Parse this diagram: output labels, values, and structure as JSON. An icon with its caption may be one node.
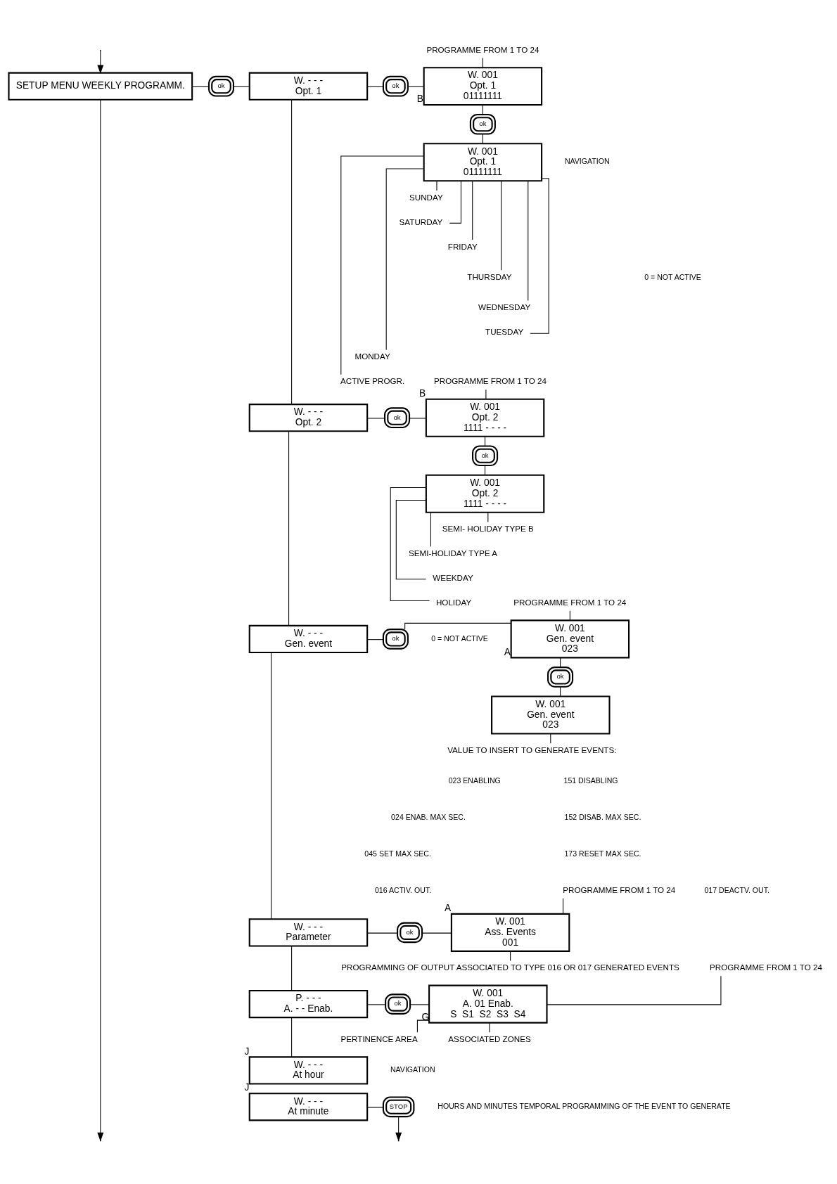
{
  "diagram": {
    "nodes": [
      {
        "text": [
          "SETUP MENU WEEKLY PROGRAMM."
        ]
      },
      {
        "text": [
          "ok"
        ]
      },
      {
        "text": [
          "W. - - -",
          "Opt. 1"
        ]
      },
      {
        "text": [
          "ok"
        ]
      },
      {
        "text": [
          "W. 001",
          "Opt. 1",
          "01111111"
        ],
        "beside": [
          "B"
        ]
      },
      {
        "text": [
          "ok"
        ]
      },
      {
        "text": [
          "W. 001",
          "Opt. 1",
          "01111111"
        ]
      },
      {
        "text": [
          "W. - - -",
          "Opt. 2"
        ]
      },
      {
        "text": [
          "ok"
        ]
      },
      {
        "text": [
          "W. 001",
          "Opt. 2",
          "1111 - - - -"
        ],
        "beside": [
          "B"
        ]
      },
      {
        "text": [
          "ok"
        ]
      },
      {
        "text": [
          "W. 001",
          "Opt. 2",
          "1111 - - - -"
        ]
      },
      {
        "text": [
          "W. - - -",
          "Gen. event"
        ]
      },
      {
        "text": [
          "ok"
        ]
      },
      {
        "text": [
          "W. 001",
          "Gen. event",
          "023"
        ],
        "beside": [
          "A"
        ]
      },
      {
        "text": [
          "ok"
        ]
      },
      {
        "text": [
          "W. 001",
          "Gen. event",
          "023"
        ]
      },
      {
        "text": [
          "W. - - -",
          "Parameter"
        ]
      },
      {
        "text": [
          "ok"
        ]
      },
      {
        "text": [
          "W. 001",
          "Ass. Events",
          "001"
        ],
        "beside": [
          "A"
        ]
      },
      {
        "text": [
          "P. - - -",
          "A. - - Enab."
        ]
      },
      {
        "text": [
          "ok"
        ]
      },
      {
        "text": [
          "W. 001",
          "A. 01 Enab.",
          "S  S1  S2  S3  S4"
        ],
        "beside": [
          "G"
        ]
      },
      {
        "text": [
          "W. - - -",
          "At hour"
        ],
        "beside": [
          "J"
        ]
      },
      {
        "text": [
          "W. - - -",
          "At minute"
        ],
        "beside": [
          "J"
        ]
      },
      {
        "text": [
          "STOP"
        ]
      },
      {
        "text": [
          "PROGRAMME FROM 1 TO 24"
        ]
      },
      {
        "text": [
          "SUNDAY"
        ]
      },
      {
        "text": [
          "SATURDAY"
        ]
      },
      {
        "text": [
          "FRIDAY"
        ]
      },
      {
        "text": [
          "THURSDAY"
        ]
      },
      {
        "text": [
          "WEDNESDAY"
        ]
      },
      {
        "text": [
          "TUESDAY"
        ]
      },
      {
        "text": [
          "MONDAY"
        ]
      },
      {
        "text": [
          "ACTIVE PROGR."
        ]
      },
      {
        "text": [
          "PROGRAMME FROM 1 TO 24"
        ]
      },
      {
        "text": [
          "SEMI- HOLIDAY TYPE B"
        ]
      },
      {
        "text": [
          "SEMI-HOLIDAY TYPE A"
        ]
      },
      {
        "text": [
          "WEEKDAY"
        ]
      },
      {
        "text": [
          "HOLIDAY"
        ]
      },
      {
        "text": [
          "PROGRAMME FROM 1 TO 24"
        ]
      },
      {
        "text": [
          "VALUE TO INSERT TO GENERATE EVENTS:"
        ]
      },
      {
        "text": [
          "PROGRAMME FROM 1 TO 24"
        ]
      },
      {
        "text": [
          "PROGRAMMING OF OUTPUT ASSOCIATED TO TYPE 016 OR 017 GENERATED EVENTS"
        ]
      },
      {
        "text": [
          "PROGRAMME FROM 1 TO 24"
        ]
      },
      {
        "text": [
          "PERTINENCE AREA"
        ]
      },
      {
        "text": [
          "ASSOCIATED ZONES"
        ]
      }
    ],
    "edges": [
      {
        "from": 0,
        "to": null,
        "arrow": "to"
      },
      {
        "from": null,
        "to": 0,
        "arrow": "to"
      },
      {
        "from": 0,
        "to": 1,
        "arrow": "none"
      },
      {
        "from": 1,
        "to": 2,
        "arrow": "none"
      },
      {
        "from": 2,
        "to": 3,
        "arrow": "none"
      },
      {
        "from": 3,
        "to": 4,
        "arrow": "none"
      },
      {
        "from": 4,
        "to": 5,
        "arrow": "none"
      },
      {
        "from": 5,
        "to": 6,
        "arrow": "none"
      },
      {
        "from": 2,
        "to": 7,
        "arrow": "none"
      },
      {
        "from": 7,
        "to": 8,
        "arrow": "none"
      },
      {
        "from": 8,
        "to": 9,
        "arrow": "none"
      },
      {
        "from": 9,
        "to": 10,
        "arrow": "none"
      },
      {
        "from": 10,
        "to": 11,
        "arrow": "none"
      },
      {
        "from": 7,
        "to": 12,
        "arrow": "none"
      },
      {
        "from": 12,
        "to": 13,
        "arrow": "none"
      },
      {
        "from": 13,
        "to": 14,
        "arrow": "none"
      },
      {
        "from": 14,
        "to": 15,
        "arrow": "none"
      },
      {
        "from": 15,
        "to": 16,
        "arrow": "none"
      },
      {
        "from": 12,
        "to": 17,
        "arrow": "none"
      },
      {
        "from": 17,
        "to": 18,
        "arrow": "none"
      },
      {
        "from": 18,
        "to": 19,
        "arrow": "none"
      },
      {
        "from": 17,
        "to": 20,
        "arrow": "none"
      },
      {
        "from": 20,
        "to": 21,
        "arrow": "none"
      },
      {
        "from": 21,
        "to": 22,
        "arrow": "none"
      },
      {
        "from": 20,
        "to": 23,
        "arrow": "none"
      },
      {
        "from": 24,
        "to": 25,
        "arrow": "none"
      },
      {
        "from": 25,
        "to": null,
        "arrow": "to"
      },
      {
        "from": 26,
        "to": 4,
        "arrow": "none"
      },
      {
        "from": 27,
        "to": 6,
        "arrow": "none"
      },
      {
        "from": 28,
        "to": 6,
        "arrow": "none"
      },
      {
        "from": 29,
        "to": 6,
        "arrow": "none"
      },
      {
        "from": 30,
        "to": 6,
        "arrow": "none"
      },
      {
        "from": 31,
        "to": 6,
        "arrow": "none"
      },
      {
        "from": 32,
        "to": 6,
        "arrow": "none"
      },
      {
        "from": 33,
        "to": 6,
        "arrow": "none"
      },
      {
        "from": 34,
        "to": 6,
        "arrow": "none"
      },
      {
        "from": 35,
        "to": 9,
        "arrow": "none"
      },
      {
        "from": 36,
        "to": 11,
        "arrow": "none"
      },
      {
        "from": 37,
        "to": 11,
        "arrow": "none"
      },
      {
        "from": 38,
        "to": 11,
        "arrow": "none"
      },
      {
        "from": 39,
        "to": 11,
        "arrow": "none"
      },
      {
        "from": 40,
        "to": 14,
        "arrow": "none"
      },
      {
        "from": 41,
        "to": 16,
        "arrow": "none"
      },
      {
        "from": 42,
        "to": 19,
        "arrow": "none"
      },
      {
        "from": 43,
        "to": 19,
        "arrow": "none"
      },
      {
        "from": 44,
        "to": 22,
        "arrow": "none"
      },
      {
        "from": 45,
        "to": 22,
        "arrow": "none"
      },
      {
        "from": 46,
        "to": 22,
        "arrow": "none"
      }
    ],
    "labels": [
      "0 = NOT ACTIVE",
      "NAVIGATION",
      "0 = NOT ACTIVE",
      "023 ENABLING",
      "151 DISABLING",
      "024 ENAB. MAX SEC.",
      "152 DISAB. MAX SEC.",
      "045 SET MAX SEC.",
      "173 RESET MAX SEC.",
      "016 ACTIV. OUT.",
      "017 DEACTV. OUT.",
      "NAVIGATION",
      "HOURS AND MINUTES TEMPORAL PROGRAMMING OF THE EVENT TO GENERATE"
    ]
  }
}
